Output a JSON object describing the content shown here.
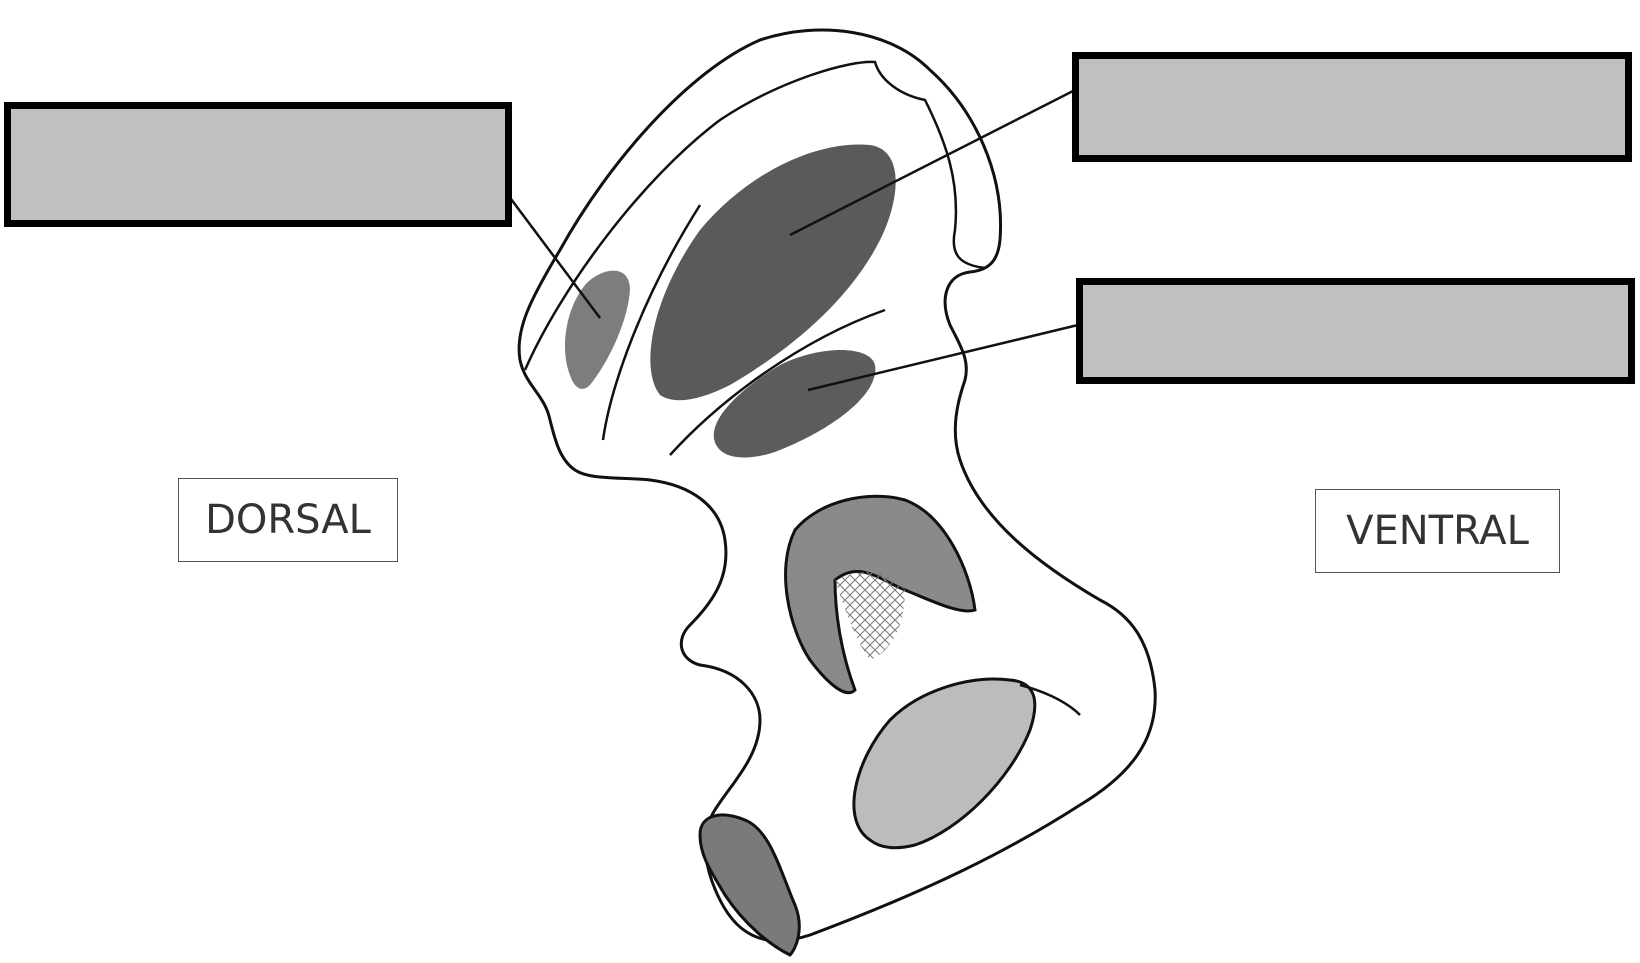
{
  "labels": {
    "dorsal": "DORSAL",
    "ventral": "VENTRAL"
  },
  "answer_boxes": [
    {
      "id": "blank-1",
      "text": ""
    },
    {
      "id": "blank-2",
      "text": ""
    },
    {
      "id": "blank-3",
      "text": ""
    }
  ],
  "colors": {
    "blank_fill": "#c0c0c0",
    "blank_border": "#000000",
    "dark_region": "#555555",
    "medium_region": "#7a7a7a",
    "light_region": "#b5b5b5",
    "outline": "#111111"
  }
}
